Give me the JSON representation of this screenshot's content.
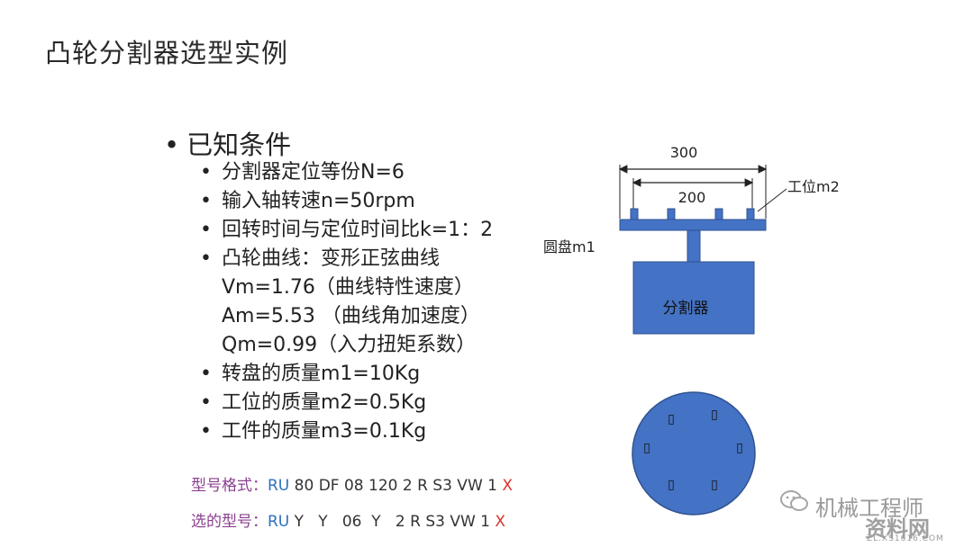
{
  "title": "凸轮分割器选型实例",
  "known_heading": "已知条件",
  "bullet_char": "•",
  "conditions": [
    {
      "text": "分割器定位等份N=6"
    },
    {
      "text": "输入轴转速n=50rpm"
    },
    {
      "text": "回转时间与定位时间比k=1：2"
    },
    {
      "text": "凸轮曲线：变形正弦曲线",
      "continuation": [
        "Vm=1.76（曲线特性速度）",
        "Am=5.53 （曲线角加速度）",
        "Qm=0.99（入力扭矩系数）"
      ]
    },
    {
      "text": "转盘的质量m1=10Kg"
    },
    {
      "text": "工位的质量m2=0.5Kg"
    },
    {
      "text": "工件的质量m3=0.1Kg"
    }
  ],
  "model_format": {
    "label": "型号格式：",
    "prefix": "RU",
    "middle": " 80 DF 08 120 2 R S3 VW 1 ",
    "suffix": "X"
  },
  "model_selected": {
    "label": "选的型号：",
    "prefix": "RU",
    "middle": " Y   Y   06  Y   2 R S3 VW 1 ",
    "suffix": "X"
  },
  "diagram": {
    "outer_dim": "300",
    "inner_dim": "200",
    "station_label": "工位m2",
    "disk_label": "圆盘m1",
    "divider_label": "分割器",
    "station_marker": "▯",
    "colors": {
      "fill": "#4472c4",
      "stroke": "#2f528f"
    }
  },
  "watermark": {
    "brand": "机械工程师",
    "site": "资料网",
    "url": "ZL.XS1616.COM"
  }
}
